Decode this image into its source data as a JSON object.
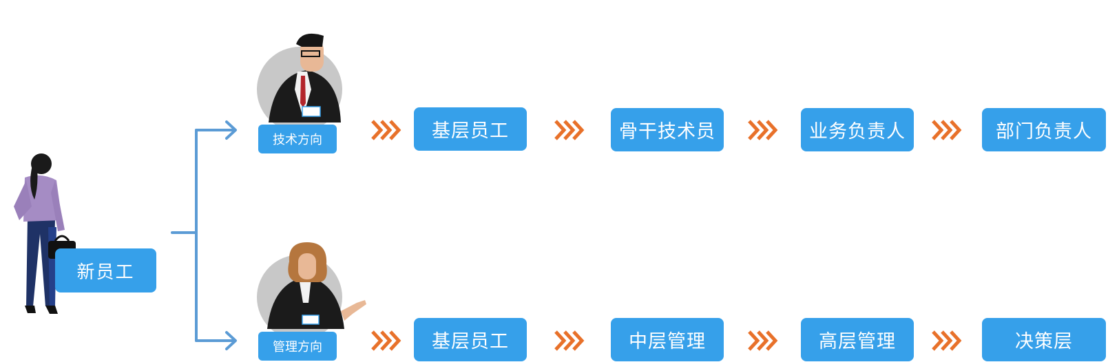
{
  "new_employee": "新员工",
  "tracks": [
    {
      "direction": "技术方向",
      "stages": [
        "基层员工",
        "骨干技术员",
        "业务负责人",
        "部门负责人"
      ]
    },
    {
      "direction": "管理方向",
      "stages": [
        "基层员工",
        "中层管理",
        "高层管理",
        "决策层"
      ]
    }
  ],
  "colors": {
    "box": "#36a0ea",
    "connector": "#5b9bd5",
    "chevron": "#e8712a",
    "avatar_bg": "#c8c8c8"
  }
}
